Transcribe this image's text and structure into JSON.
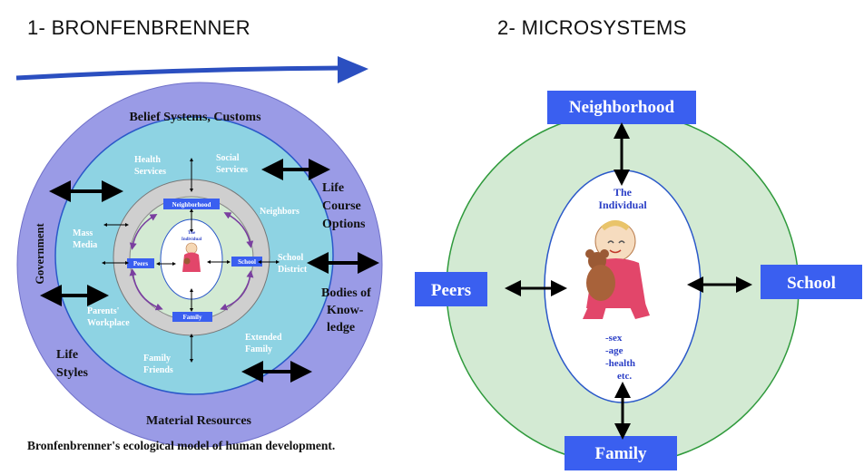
{
  "headings": {
    "left": "1- BRONFENBRENNER",
    "right": "2- MICROSYSTEMS"
  },
  "bronfenbrenner": {
    "outer_top": "Belief Systems, Customs",
    "outer_bottom": "Material Resources",
    "government": "Government",
    "life_course": [
      "Life",
      "Course",
      "Options"
    ],
    "bodies": [
      "Bodies of",
      "Know-",
      "ledge"
    ],
    "life_styles": [
      "Life",
      "Styles"
    ],
    "health": [
      "Health",
      "Services"
    ],
    "social": [
      "Social",
      "Services"
    ],
    "neighbors": "Neighbors",
    "mass_media": [
      "Mass",
      "Media"
    ],
    "school_district": [
      "School",
      "District"
    ],
    "parents_workplace": [
      "Parents'",
      "Workplace"
    ],
    "extended_family": [
      "Extended",
      "Family"
    ],
    "family_friends": [
      "Family",
      "Friends"
    ],
    "box_neighborhood": "Neighborhood",
    "box_peers": "Peers",
    "box_school": "School",
    "box_family": "Family",
    "individual": [
      "The",
      "Individual"
    ],
    "caption": "Bronfenbrenner's ecological model of human development."
  },
  "microsystems": {
    "neighborhood": "Neighborhood",
    "peers": "Peers",
    "school": "School",
    "family": "Family",
    "individual": [
      "The",
      "Individual"
    ],
    "traits": [
      "-sex",
      "-age",
      "-health",
      "etc."
    ]
  },
  "colors": {
    "blue_box": "#3a5ff0",
    "outer_ring": "#9a9be6",
    "middle_ring": "#8ed3e3",
    "inner_ring_gray": "#cfcfcf",
    "inner_ring_green": "#d3ead3",
    "micro_ring": "#d3ead3",
    "arrow_blue": "#2b4fc0"
  }
}
